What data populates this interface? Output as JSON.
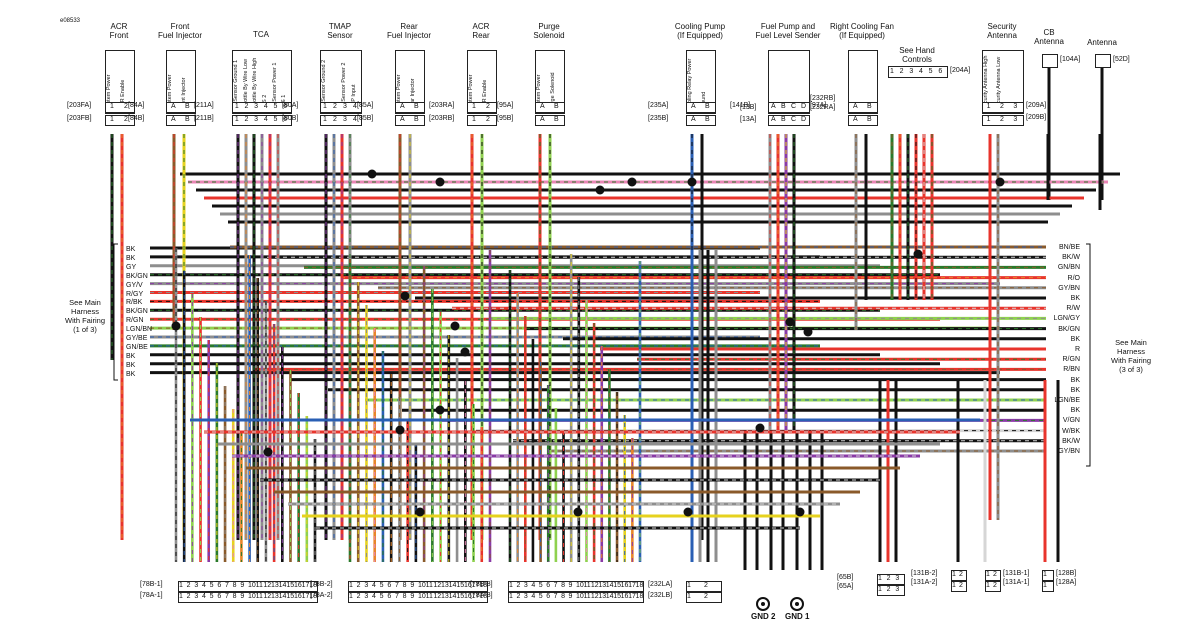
{
  "diagram": {
    "doc_id": "e08533",
    "components": [
      {
        "id": "acr-front",
        "title": "ACR\nFront",
        "refs": [
          "[203FA]",
          "[203FB]"
        ],
        "pins": [
          "1",
          "2"
        ],
        "pin_labels": [
          "System Power",
          "ACR Enable"
        ]
      },
      {
        "id": "front-injector",
        "title": "Front\nFuel Injector",
        "refs": [
          "[84A]",
          "[84B]"
        ],
        "pins": [
          "A",
          "B"
        ],
        "pin_labels": [
          "System Power",
          "Front Injector"
        ]
      },
      {
        "id": "tca",
        "title": "TCA",
        "refs": [
          "[211A]",
          "[211B]"
        ],
        "pins": [
          "1",
          "2",
          "3",
          "4",
          "5",
          "6"
        ],
        "pin_labels": [
          "5V Sensor Ground 1",
          "Throttle By Wire Low",
          "Throttle By Wire High",
          "TPS 2",
          "5V Sensor Power 1",
          "TPS 1"
        ]
      },
      {
        "id": "tmap",
        "title": "TMAP\nSensor",
        "refs": [
          "[80A]",
          "[80B]"
        ],
        "pins": [
          "1",
          "2",
          "3",
          "4"
        ],
        "pin_labels": [
          "5V Sensor Ground 2",
          "IAT",
          "5V Sensor Power 2",
          "MAP Input"
        ]
      },
      {
        "id": "rear-injector",
        "title": "Rear\nFuel Injector",
        "refs": [
          "[85A]",
          "[85B]"
        ],
        "pins": [
          "A",
          "B"
        ],
        "pin_labels": [
          "System Power",
          "Rear Injector"
        ]
      },
      {
        "id": "acr-rear",
        "title": "ACR\nRear",
        "refs": [
          "[203RA]",
          "[203RB]"
        ],
        "pins": [
          "1",
          "2"
        ],
        "pin_labels": [
          "System Power",
          "ACR Enable"
        ]
      },
      {
        "id": "purge",
        "title": "Purge\nSolenoid",
        "refs": [
          "[95A]",
          "[95B]"
        ],
        "pins": [
          "A",
          "B"
        ],
        "pin_labels": [
          "System Power",
          "Purge Solenoid"
        ]
      },
      {
        "id": "cooling-pump",
        "title": "Cooling Pump\n(If Equipped)",
        "refs": [
          "[235A]",
          "[235B]"
        ],
        "pins": [
          "A",
          "B"
        ],
        "pin_labels": [
          "Cooling Relay Power",
          "Ground"
        ]
      },
      {
        "id": "fuel-pump",
        "title": "Fuel Pump and\nFuel Level Sender",
        "refs": [
          "[141B]",
          "[13B]",
          "[13A]"
        ],
        "pins": [
          "A",
          "B",
          "C",
          "D"
        ],
        "pin_labels": []
      },
      {
        "id": "cooling-fan",
        "title": "Right Cooling Fan\n(If Equipped)",
        "refs": [
          "[97A]",
          "[232RB]",
          "[232RA]"
        ],
        "pins": [
          "A",
          "B"
        ],
        "pin_labels": []
      },
      {
        "id": "hand-controls",
        "title": "See Hand\nControls",
        "refs": [
          "[204A]"
        ],
        "pins": [
          "1",
          "2",
          "3",
          "4",
          "5",
          "6"
        ],
        "pin_labels": []
      },
      {
        "id": "security-antenna",
        "title": "Security\nAntenna",
        "refs": [
          "[209A]",
          "[209B]"
        ],
        "pins": [
          "1",
          "2",
          "3"
        ],
        "pin_labels": [
          "Security Antenna High",
          "Security Antenna Low"
        ]
      },
      {
        "id": "cb-antenna",
        "title": "CB\nAntenna",
        "refs": [
          "[104A]"
        ],
        "pins": [],
        "pin_labels": []
      },
      {
        "id": "antenna",
        "title": "Antenna",
        "refs": [
          "[52D]"
        ],
        "pins": [],
        "pin_labels": []
      }
    ],
    "left_harness": {
      "text": "See Main\nHarness\nWith Fairing\n(1 of 3)",
      "wires": [
        "BK",
        "BK",
        "GY",
        "BK/GN",
        "GY/V",
        "R/GY",
        "R/BK",
        "BK/GN",
        "R/GN",
        "LGN/BN",
        "GY/BE",
        "GN/BE",
        "BK",
        "BK",
        "BK"
      ]
    },
    "right_harness": {
      "text": "See Main\nHarness\nWith Fairing\n(3 of 3)",
      "wires": [
        "BN/BE",
        "BK/W",
        "GN/BN",
        "R/O",
        "GY/BN",
        "BK",
        "R/W",
        "LGN/GY",
        "BK/GN",
        "BK",
        "R",
        "R/GN",
        "R/BN",
        "BK",
        "BK",
        "LGN/BE",
        "BK",
        "V/GN",
        "W/BK",
        "BK/W",
        "GY/BN"
      ]
    },
    "bottom_connectors": [
      {
        "refs": [
          "[78B-1]",
          "[78A-1]"
        ],
        "pins": [
          "1",
          "2",
          "3",
          "4",
          "5",
          "6",
          "7",
          "8",
          "9",
          "10",
          "11",
          "12",
          "13",
          "14",
          "15",
          "16",
          "17",
          "18"
        ]
      },
      {
        "refs": [
          "[78B-2]",
          "[78A-2]"
        ],
        "pins": [
          "1",
          "2",
          "3",
          "4",
          "5",
          "6",
          "7",
          "8",
          "9",
          "10",
          "11",
          "12",
          "13",
          "14",
          "15",
          "16",
          "17",
          "18"
        ]
      },
      {
        "refs": [
          "[78B-3]",
          "[78A-3]"
        ],
        "pins": [
          "1",
          "2",
          "3",
          "4",
          "5",
          "6",
          "7",
          "8",
          "9",
          "10",
          "11",
          "12",
          "13",
          "14",
          "15",
          "16",
          "17",
          "18"
        ]
      },
      {
        "refs": [
          "[232LA]",
          "[232LB]"
        ],
        "pins": [
          "1",
          "2"
        ]
      },
      {
        "refs": [
          "[65B]",
          "[65A]"
        ],
        "pins": [
          "1",
          "2",
          "3"
        ]
      },
      {
        "refs": [
          "[131B-2]",
          "[131A-2]"
        ],
        "pins": [
          "1",
          "2"
        ]
      },
      {
        "refs": [
          "[131B-1]",
          "[131A-1]"
        ],
        "pins": [
          "1",
          "2"
        ]
      },
      {
        "refs": [
          "[128B]",
          "[128A]"
        ],
        "pins": [
          "1"
        ]
      }
    ],
    "grounds": [
      "GND 2",
      "GND 1"
    ],
    "wire_colors": {
      "BK": "#111111",
      "R": "#e8342c",
      "GN": "#2a7a2a",
      "BE": "#2a5fb4",
      "Y": "#e6d21e",
      "O": "#e8862a",
      "V": "#8a3aa6",
      "GY": "#8e8e8e",
      "BN": "#8a5a2a",
      "LGN": "#8fd14f",
      "W": "#d6d6d6",
      "PK": "#e985b5"
    }
  }
}
